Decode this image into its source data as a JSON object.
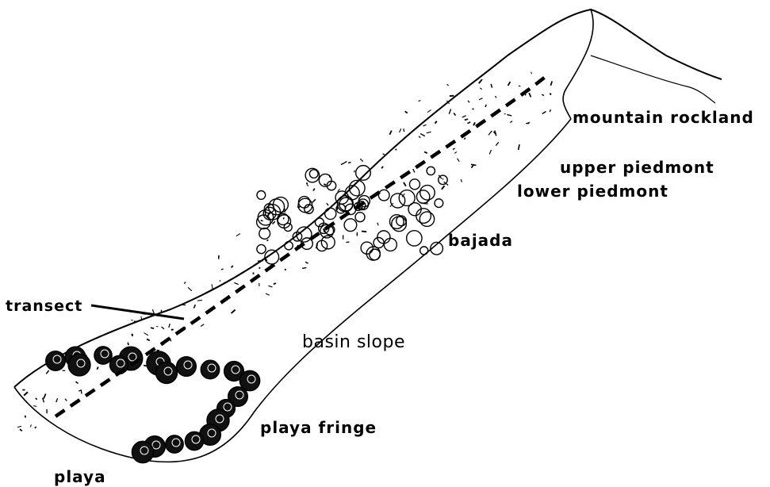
{
  "labels": {
    "mountain_rockland": "mountain rockland",
    "upper_piedmont": "upper piedmont",
    "lower_piedmont": "lower piedmont",
    "bajada": "bajada",
    "transect": "transect",
    "basin_slope": "basin slope",
    "playa_fringe": "playa fringe",
    "playa": "playa"
  },
  "colors": {
    "ink": "#000000",
    "background": "#ffffff"
  }
}
